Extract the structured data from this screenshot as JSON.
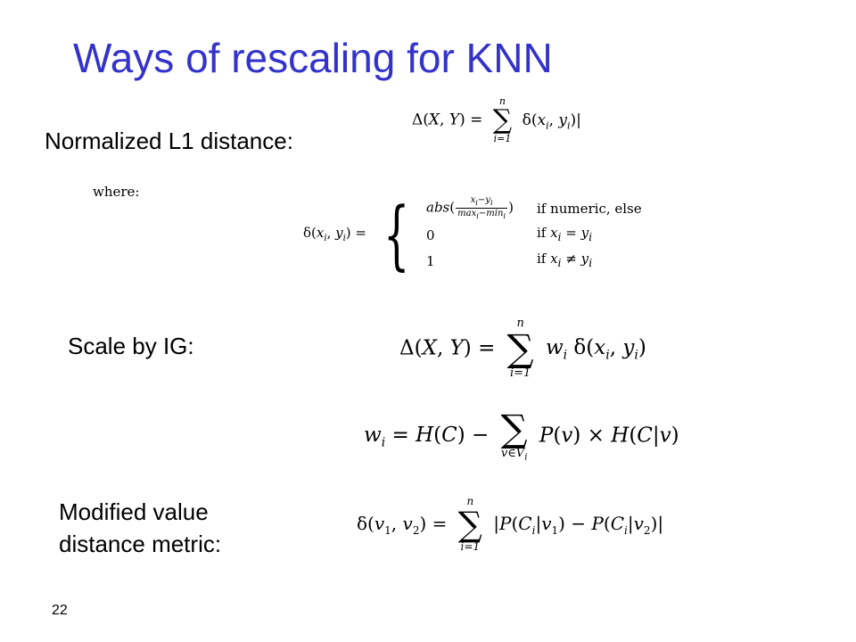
{
  "slide": {
    "title": "Ways of rescaling for KNN",
    "page_number": "22"
  },
  "section_l1": {
    "label": "Normalized L1 distance:",
    "formula_lhs": "Δ(X, Y) = ",
    "sum_top": "n",
    "sum_bottom": "i=1",
    "formula_rhs": "δ(x_i, y_i)|",
    "where_label": "where:",
    "delta_lhs": "δ(x_i, y_i) =",
    "cases": [
      {
        "value": "abs( (x_i − y_i) / (max_i − min_i) )",
        "condition": "if numeric, else"
      },
      {
        "value": "0",
        "condition": "if x_i = y_i"
      },
      {
        "value": "1",
        "condition": "if x_i ≠ y_i"
      }
    ]
  },
  "section_ig": {
    "label": "Scale by IG:",
    "formula1_lhs": "Δ(X, Y) = ",
    "formula1_sum_top": "n",
    "formula1_sum_bottom": "i=1",
    "formula1_rhs": "w_i δ(x_i, y_i)",
    "formula2_lhs": "w_i = H(C) − ",
    "formula2_sum_bottom": "v∈V_i",
    "formula2_rhs": "P(v) × H(C|v)"
  },
  "section_mvdm": {
    "label_line1": "Modified value",
    "label_line2": "distance metric:",
    "formula_lhs": "δ(v_1, v_2) = ",
    "sum_top": "n",
    "sum_bottom": "i=1",
    "formula_rhs": "|P(C_i|v_1) − P(C_i|v_2)|"
  },
  "colors": {
    "title": "#3333cc",
    "text": "#000000",
    "background": "#ffffff"
  }
}
